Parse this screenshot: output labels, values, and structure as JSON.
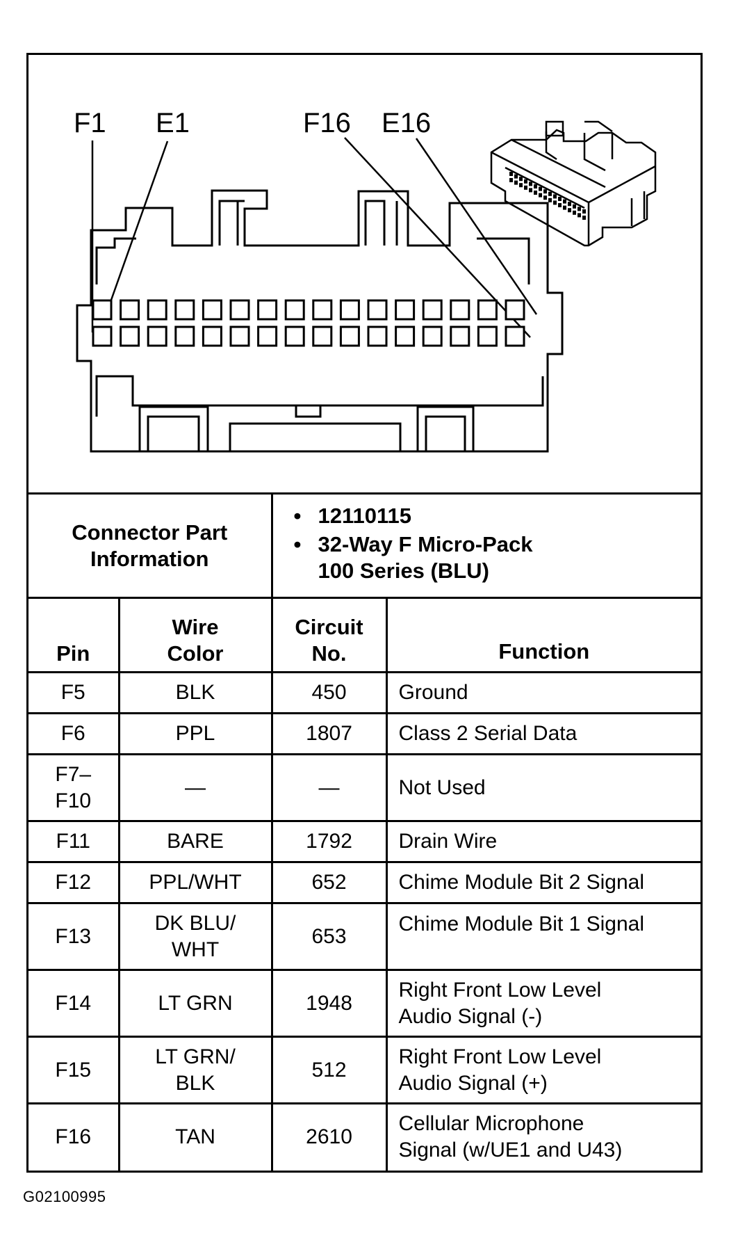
{
  "diagram": {
    "pin_labels": [
      "F1",
      "E1",
      "F16",
      "E16"
    ],
    "pin_rows": 2,
    "pins_per_row": 16
  },
  "connector_info": {
    "header_line1": "Connector Part",
    "header_line2": "Information",
    "part_number": "12110115",
    "description_line1": "32-Way F Micro-Pack",
    "description_line2": "100 Series (BLU)"
  },
  "table": {
    "headers": {
      "pin": "Pin",
      "wire_color_line1": "Wire",
      "wire_color_line2": "Color",
      "circuit_line1": "Circuit",
      "circuit_line2": "No.",
      "function": "Function"
    },
    "rows": [
      {
        "pin": [
          "F5"
        ],
        "wire": [
          "BLK"
        ],
        "circuit": "450",
        "function": [
          "Ground"
        ]
      },
      {
        "pin": [
          "F6"
        ],
        "wire": [
          "PPL"
        ],
        "circuit": "1807",
        "function": [
          "Class 2 Serial Data"
        ]
      },
      {
        "pin": [
          "F7–",
          "F10"
        ],
        "wire": [
          "—"
        ],
        "circuit": "—",
        "function": [
          "Not Used"
        ]
      },
      {
        "pin": [
          "F11"
        ],
        "wire": [
          "BARE"
        ],
        "circuit": "1792",
        "function": [
          "Drain Wire"
        ]
      },
      {
        "pin": [
          "F12"
        ],
        "wire": [
          "PPL/WHT"
        ],
        "circuit": "652",
        "function": [
          "Chime Module Bit 2 Signal"
        ]
      },
      {
        "pin": [
          "F13"
        ],
        "wire": [
          "DK BLU/",
          "WHT"
        ],
        "circuit": "653",
        "function": [
          "Chime Module Bit 1 Signal"
        ]
      },
      {
        "pin": [
          "F14"
        ],
        "wire": [
          "LT GRN"
        ],
        "circuit": "1948",
        "function": [
          "Right Front Low Level",
          "Audio Signal (-)"
        ]
      },
      {
        "pin": [
          "F15"
        ],
        "wire": [
          "LT GRN/",
          "BLK"
        ],
        "circuit": "512",
        "function": [
          "Right Front Low Level",
          "Audio Signal (+)"
        ]
      },
      {
        "pin": [
          "F16"
        ],
        "wire": [
          "TAN"
        ],
        "circuit": "2610",
        "function": [
          "Cellular Microphone",
          "Signal (w/UE1 and U43)"
        ]
      }
    ]
  },
  "footer": {
    "code": "G02100995"
  }
}
